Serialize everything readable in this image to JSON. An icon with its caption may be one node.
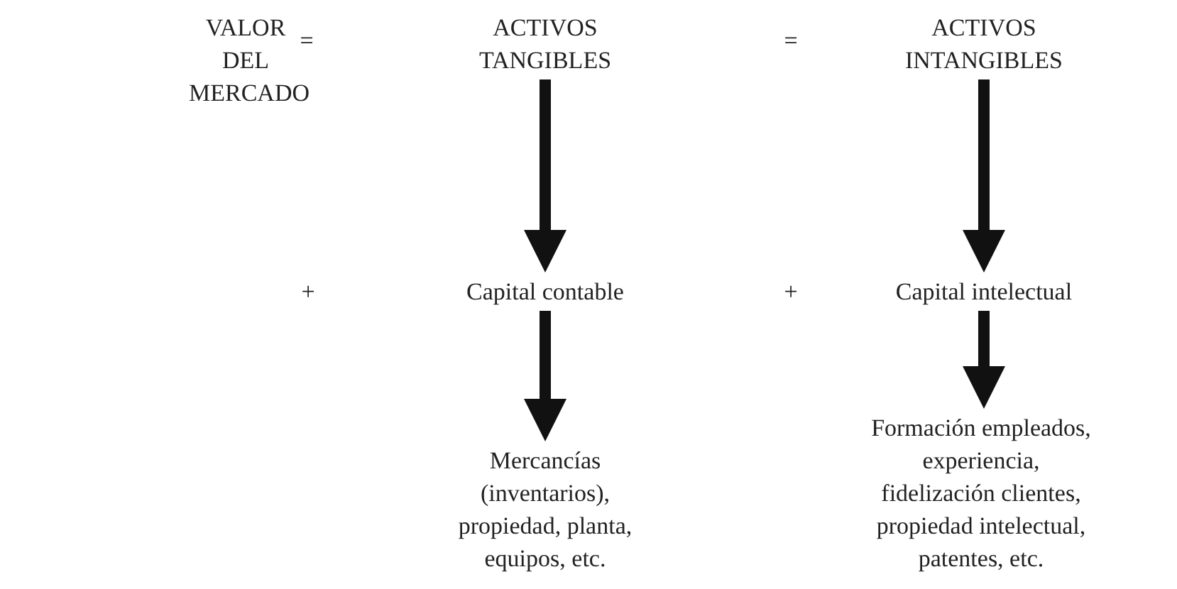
{
  "diagram": {
    "nodes": [
      {
        "text": [
          "ACTIVOS TANGIBLES"
        ]
      },
      {
        "text": [
          "ACTIVOS INTANGIBLES"
        ]
      },
      {
        "text": [
          "Capital contable"
        ]
      },
      {
        "text": [
          "Capital intelectual"
        ]
      },
      {
        "text": [
          "Mercancías (inventarios), propiedad, planta, equipos, etc."
        ]
      },
      {
        "text": [
          "Formación empleados, experiencia, fidelización clientes, propiedad intelectual, patentes, etc."
        ]
      }
    ],
    "edges": [
      {
        "from": 0,
        "to": 2,
        "arrow": "to"
      },
      {
        "from": 2,
        "to": 4,
        "arrow": "to"
      },
      {
        "from": 1,
        "to": 3,
        "arrow": "to"
      },
      {
        "from": 3,
        "to": 5,
        "arrow": "to"
      }
    ],
    "labels": [
      "VALOR DEL MERCADO",
      "=",
      "=",
      "+",
      "+"
    ]
  }
}
